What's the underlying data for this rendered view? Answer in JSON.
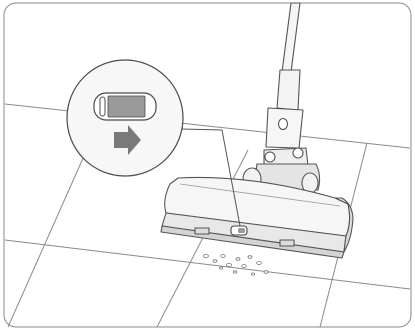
{
  "illustration": {
    "subject": "cordless-stick-vacuum-floor-brush",
    "callout": {
      "switch_state": "slide-right",
      "arrow_direction": "right",
      "colors": {
        "slider": "#9a9a9a",
        "arrow": "#7a7a7a",
        "outline": "#4a4a4a",
        "lens_bg": "#f7f7f7"
      }
    },
    "floor": {
      "surface": "tiles",
      "debris": "scattered-particles"
    },
    "colors": {
      "background": "#ffffff",
      "stroke": "#555555",
      "body": "#f6f6f6",
      "shade": "#dcdcdc"
    }
  }
}
